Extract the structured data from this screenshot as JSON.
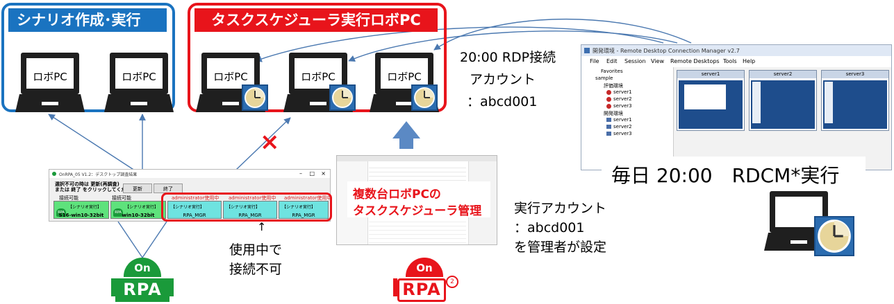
{
  "groups": {
    "scenario": {
      "title": "シナリオ作成･実行",
      "color": "#1a73c0"
    },
    "scheduler": {
      "title": "タスクスケジューラ実行ロボPC",
      "color": "#e8141b"
    }
  },
  "pc_label": "ロボPC",
  "rdp": {
    "line1": "20:00 RDP接続",
    "line2": "アカウント",
    "line3": "：abcd001"
  },
  "rdcm": {
    "window_title": "開発環境 - Remote Desktop Connection Manager v2.7",
    "menu": [
      "File",
      "Edit",
      "Session",
      "View",
      "Remote Desktops",
      "Tools",
      "Help"
    ],
    "tree": {
      "favorites": "Favorites",
      "sample": "sample",
      "group1": "評価環境",
      "group1_items": [
        "server1",
        "server2",
        "server3"
      ],
      "group2": "開発環境",
      "group2_items": [
        "server1",
        "server2",
        "server3"
      ]
    },
    "thumbs": [
      "server1",
      "server2",
      "server3"
    ],
    "caption": "毎日 20:00　RDCM*実行"
  },
  "exec_account": {
    "line1": "実行アカウント",
    "line2": "：abcd001",
    "line3": "を管理者が設定"
  },
  "task_mgmt": {
    "line1": "複数台ロボPCの",
    "line2": "タスクスケジューラ管理"
  },
  "onrpa_window": {
    "title": "OnRPA_05 V1.2：デスクトップ調査結果",
    "info1": "選択不可の時は 更新(再調査)",
    "info2": "または 終了 をクリックしてください。",
    "refresh_label": "更新",
    "close_label": "終了",
    "slots": [
      {
        "status": "接続可能",
        "badge": "【シナリオ実行】",
        "name": "S16-win10-32bit",
        "in_use": false
      },
      {
        "status": "接続可能",
        "badge": "【シナリオ実行】",
        "name": "win10-32bit",
        "in_use": false
      },
      {
        "status": "administrator使用中",
        "badge": "【シナリオ実行】",
        "name": "RPA_MGR",
        "in_use": true
      },
      {
        "status": "administrator使用中",
        "badge": "【シナリオ実行】",
        "name": "RPA_MGR",
        "in_use": true
      },
      {
        "status": "administrator使用中",
        "badge": "【シナリオ実行】",
        "name": "RPA_MGR",
        "in_use": true
      }
    ]
  },
  "in_use_note": {
    "arrow": "↑",
    "line1": "使用中で",
    "line2": "接続不可"
  },
  "cross_mark": "×",
  "logos": {
    "onrpa": {
      "top": "On",
      "bottom": "RPA",
      "color": "#1a9a3a"
    },
    "onrpa2": {
      "top": "On",
      "bottom": "RPA",
      "sup": "2",
      "color": "#e8141b"
    }
  },
  "colors": {
    "blue_line": "#4a78b0",
    "blue_arrow": "#5b89c4",
    "red": "#e8141b"
  }
}
